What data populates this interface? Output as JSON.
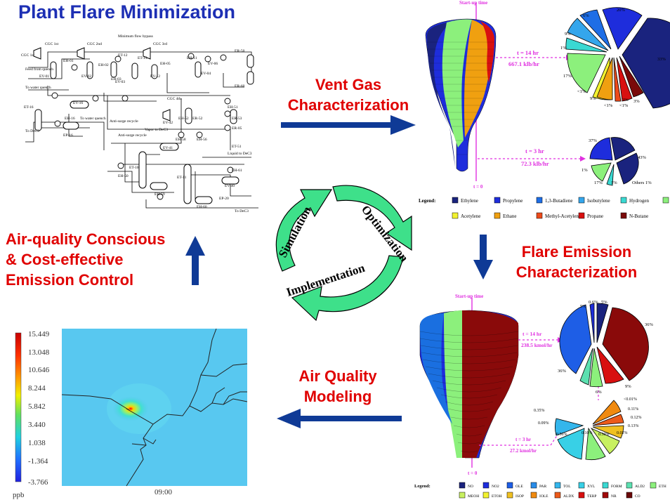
{
  "title": "Plant Flare Minimization",
  "labels": {
    "vent_gas": [
      "Vent Gas",
      "Characterization"
    ],
    "flare_emission": [
      "Flare Emission",
      "Characterization"
    ],
    "air_quality_modeling": [
      "Air Quality",
      "Modeling"
    ],
    "control": [
      "Air-quality Conscious",
      "& Cost-effective",
      "Emission Control"
    ]
  },
  "cycle": [
    "Simulation",
    "Optimization",
    "Implementation"
  ],
  "process_flow": {
    "units": [
      "CGC 1st",
      "CGC 2nd",
      "CGC 3rd",
      "CGC 4th",
      "ET-12",
      "ET-13",
      "ER-50",
      "ER-60",
      "ET-16",
      "ET-10",
      "ET-11",
      "EH-01",
      "EH-02",
      "EH-03",
      "EH-05",
      "EH-11",
      "EV-06",
      "EV-01",
      "EV-02",
      "EV-03",
      "EV-04",
      "EV-12",
      "EV-16",
      "EH-16",
      "EP-16",
      "EV-42",
      "EH-52",
      "ER-52",
      "EH-51",
      "ER-53",
      "ER-05",
      "ET-51",
      "EV-41",
      "EH-58",
      "EH-56",
      "EH-50",
      "EH-59",
      "EH-61",
      "EV-40",
      "EP-20",
      "EH-60"
    ],
    "text": [
      "Minimum flow bypass",
      "Feed from quench",
      "To water quench",
      "To water quench",
      "To DeC3",
      "Anti-surge recycle",
      "Vapor to DeC3",
      "Anti-surge recycle",
      "Liquid to DeC3",
      "To DeC3"
    ]
  },
  "vent": {
    "start_label": "Start-up time",
    "zero_label": "t = 0",
    "t14": "t = 14 hr",
    "t14_rate": "667.1 klb/hr",
    "t3": "t = 3 hr",
    "t3_rate": "72.3 klb/hr",
    "pie1_pcts": [
      "20%",
      "6%",
      "9%",
      "1%",
      "33%",
      "17%",
      "<1%",
      "9%",
      "3%",
      "<1%",
      "<1%",
      "3%"
    ],
    "pie2_pcts": [
      "37%",
      "43%",
      "1%",
      "17%",
      "1%",
      "Others 1%"
    ],
    "legend_title": "Legend:",
    "legend": [
      {
        "name": "Ethylene",
        "color": "#1a237e"
      },
      {
        "name": "Propylene",
        "color": "#1e2ddc"
      },
      {
        "name": "1,3-Butadiene",
        "color": "#1e6ee6"
      },
      {
        "name": "Isobutylene",
        "color": "#34a6ec"
      },
      {
        "name": "Hydrogen",
        "color": "#3ad9d2"
      },
      {
        "name": "Methane",
        "color": "#8cf07c"
      },
      {
        "name": "Acetylene",
        "color": "#f2f230"
      },
      {
        "name": "Ethane",
        "color": "#f0a010"
      },
      {
        "name": "Methyl-Acetylene",
        "color": "#ec4a1a"
      },
      {
        "name": "Propane",
        "color": "#d81010"
      },
      {
        "name": "N-Butane",
        "color": "#7a0a0a"
      }
    ]
  },
  "emission": {
    "start_label": "Start-up time",
    "zero_label": "t = 0",
    "t14": "t = 14 hr",
    "t14_rate": "238.5 kmol/hr",
    "t3": "t = 3 hr",
    "t3_rate": "27.2 kmol/hr",
    "pie1_pcts": [
      "5%",
      "0.6%",
      "5%",
      "36%",
      "36%",
      "6%",
      "9%"
    ],
    "pie2_pcts": [
      "<0.01%",
      "0.11%",
      "0.12%",
      "0.13%",
      "0.02%",
      "0.30%",
      "0.10%",
      "0.56%",
      "0.09%",
      "0.35%"
    ],
    "legend_title": "Legend:",
    "legend": [
      {
        "name": "NO",
        "color": "#1a237e"
      },
      {
        "name": "NO2",
        "color": "#1e2ddc"
      },
      {
        "name": "OLE",
        "color": "#1e5ee6"
      },
      {
        "name": "PAR",
        "color": "#2a8ce8"
      },
      {
        "name": "TOL",
        "color": "#34b6ec"
      },
      {
        "name": "XYL",
        "color": "#38d0e6"
      },
      {
        "name": "FORM",
        "color": "#3ad9d2"
      },
      {
        "name": "ALD2",
        "color": "#5ce0b0"
      },
      {
        "name": "ETH",
        "color": "#8cf07c"
      },
      {
        "name": "MEOH",
        "color": "#c8f060"
      },
      {
        "name": "ETOH",
        "color": "#f2f230"
      },
      {
        "name": "ISOP",
        "color": "#f0c020"
      },
      {
        "name": "IOLE",
        "color": "#f08a10"
      },
      {
        "name": "ALDX",
        "color": "#ec5a1a"
      },
      {
        "name": "TERP",
        "color": "#d81010"
      },
      {
        "name": "NR",
        "color": "#a00a0a"
      },
      {
        "name": "CO",
        "color": "#6a0808"
      }
    ]
  },
  "air_quality": {
    "scale": [
      "15.449",
      "13.048",
      "10.646",
      "8.244",
      "5.842",
      "3.440",
      "1.038",
      "-1.364",
      "-3.766"
    ],
    "unit": "ppb",
    "time": "09:00"
  },
  "colors": {
    "title": "#1d2fb4",
    "red_labels": "#e00000",
    "arrows": "#0f3a96",
    "cycle": "#3ee08a"
  }
}
